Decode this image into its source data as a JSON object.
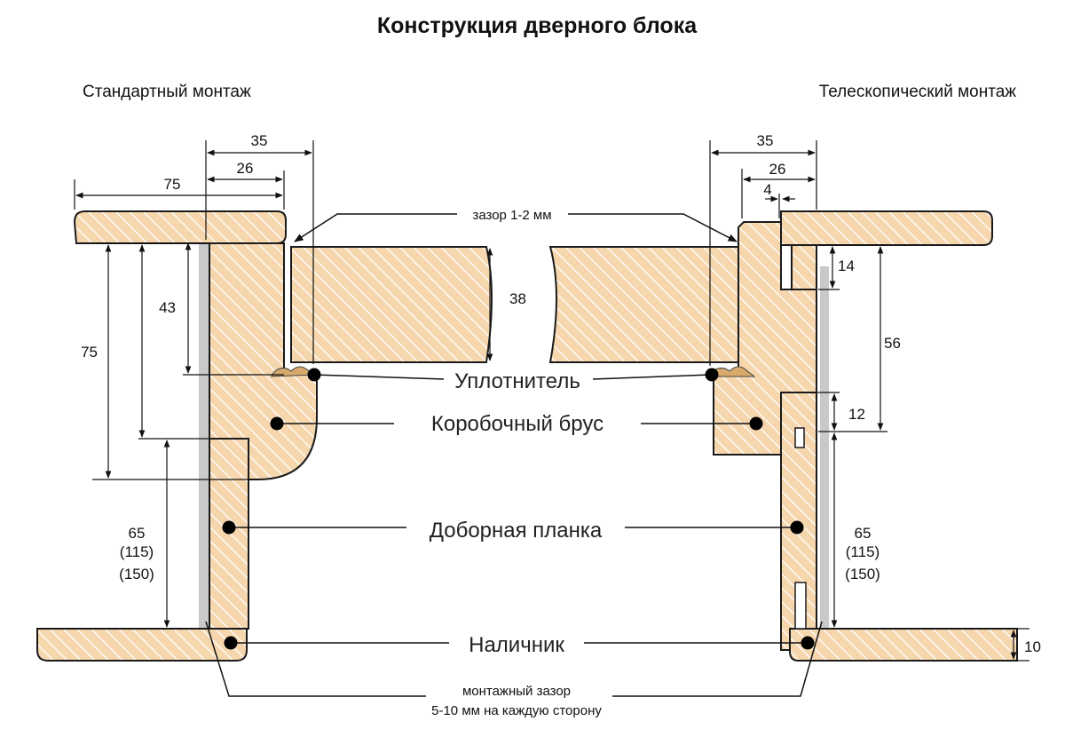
{
  "title": "Конструкция дверного блока",
  "left_subtitle": "Стандартный монтаж",
  "right_subtitle": "Телескопический монтаж",
  "labels": {
    "seal": "Уплотнитель",
    "frame_beam": "Коробочный брус",
    "extension": "Доборная планка",
    "casing": "Наличник"
  },
  "gap_top": "зазор 1-2 мм",
  "mount_gap_line1": "монтажный зазор",
  "mount_gap_line2": "5-10 мм на каждую сторону",
  "dims_left": {
    "d35": "35",
    "d26": "26",
    "d75_top": "75",
    "d43": "43",
    "d75_side": "75",
    "d65": "65",
    "d115": "(115)",
    "d150": "(150)"
  },
  "dims_door": {
    "d38": "38"
  },
  "dims_right": {
    "d35": "35",
    "d26": "26",
    "d4": "4",
    "d14": "14",
    "d56": "56",
    "d12": "12",
    "d65": "65",
    "d115": "(115)",
    "d150": "(150)",
    "d10": "10"
  },
  "colors": {
    "wood_fill": "#f6d6ad",
    "hatch_line": "#ffffff",
    "outline": "#1a1a1a",
    "gap": "#c9c9c9"
  },
  "icons": [
    "arrow-marker",
    "label-dot"
  ]
}
